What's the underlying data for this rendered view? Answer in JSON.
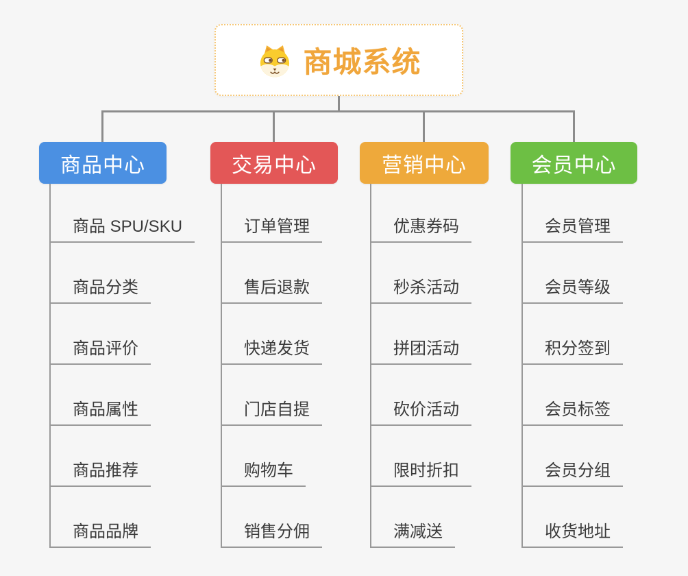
{
  "root": {
    "label": "商城系统",
    "icon": "dog-face-icon",
    "text_color": "#F0A63C",
    "border_color": "#F6C776"
  },
  "branches": [
    {
      "label": "商品中心",
      "color": "#4B90E2",
      "children": [
        "商品 SPU/SKU",
        "商品分类",
        "商品评价",
        "商品属性",
        "商品推荐",
        "商品品牌"
      ]
    },
    {
      "label": "交易中心",
      "color": "#E35757",
      "children": [
        "订单管理",
        "售后退款",
        "快递发货",
        "门店自提",
        "购物车",
        "销售分佣"
      ]
    },
    {
      "label": "营销中心",
      "color": "#EEA93B",
      "children": [
        "优惠券码",
        "秒杀活动",
        "拼团活动",
        "砍价活动",
        "限时折扣",
        "满减送"
      ]
    },
    {
      "label": "会员中心",
      "color": "#6DBF44",
      "children": [
        "会员管理",
        "会员等级",
        "积分签到",
        "会员标签",
        "会员分组",
        "收货地址"
      ]
    }
  ],
  "colors": {
    "background": "#F6F6F6",
    "connector": "#8C8C8C",
    "underline": "#999999",
    "leaf_text": "#3A3A3A",
    "dog_yellow": "#FACC2E",
    "dog_ear": "#F5B231",
    "dog_muzzle": "#FDF4DE",
    "dog_brown": "#7A4E22"
  }
}
